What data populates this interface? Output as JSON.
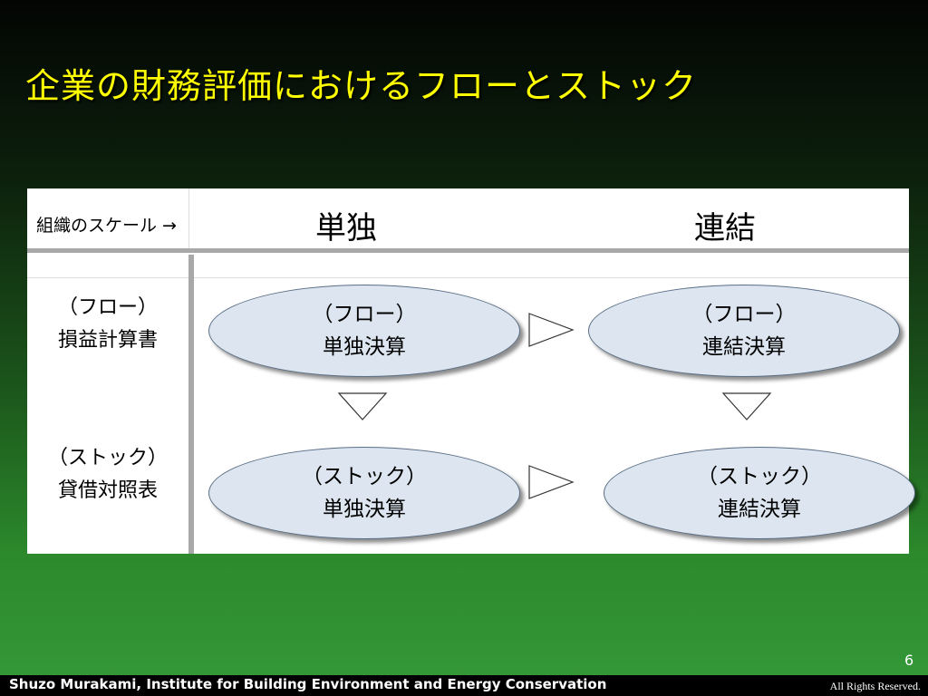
{
  "slide": {
    "title": "企業の財務評価におけるフローとストック",
    "page_number": "6"
  },
  "table": {
    "scale_label": "組織のスケール →",
    "columns": [
      "単独",
      "連結"
    ],
    "rows": [
      {
        "line1": "（フロー）",
        "line2": "損益計算書"
      },
      {
        "line1": "（ストック）",
        "line2": "貸借対照表"
      }
    ]
  },
  "diagram": {
    "flow_single": {
      "line1": "（フロー）",
      "line2": "単独決算"
    },
    "flow_consolidated": {
      "line1": "（フロー）",
      "line2": "連結決算"
    },
    "stock_single": {
      "line1": "（ストック）",
      "line2": "単独決算"
    },
    "stock_consolidated": {
      "line1": "（ストック）",
      "line2": "連結決算"
    },
    "arrows": [
      "right",
      "right",
      "down",
      "down"
    ]
  },
  "footer": {
    "credit": "Shuzo Murakami,  Institute for Building Environment and Energy Conservation",
    "rights": "All Rights Reserved."
  },
  "colors": {
    "title": "#ffff00",
    "ellipse_fill": "#dde6f0",
    "divider": "#a8a8a8"
  }
}
